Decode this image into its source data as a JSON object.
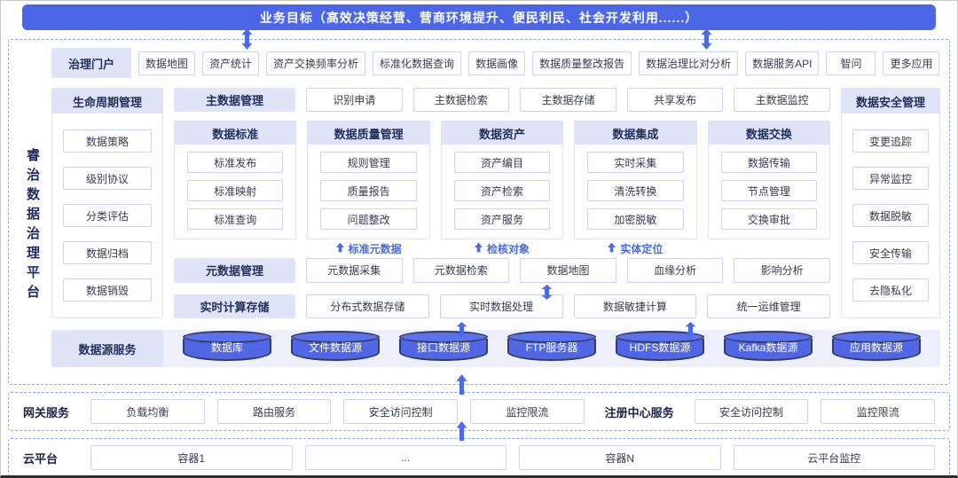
{
  "banner": {
    "text": "业务目标（高效决策经营、营商环境提升、便民利民、社会开发利用......）"
  },
  "platform": {
    "vertical_title": "睿治数据治理平台",
    "portal": {
      "title": "治理门户",
      "items": [
        "数据地图",
        "资产统计",
        "资产交换频率分析",
        "标准化数据查询",
        "数据画像",
        "数据质量整改报告",
        "数据治理比对分析",
        "数据服务API",
        "智问",
        "更多应用"
      ]
    },
    "lifecycle": {
      "title": "生命周期管理",
      "items": [
        "数据策略",
        "级别协议",
        "分类评估",
        "数据归档",
        "数据销毁"
      ]
    },
    "master_data": {
      "title": "主数据管理",
      "items": [
        "识别申请",
        "主数据检索",
        "主数据存储",
        "共享发布",
        "主数据监控"
      ]
    },
    "columns": [
      {
        "title": "数据标准",
        "items": [
          "标准发布",
          "标准映射",
          "标准查询"
        ],
        "arrow_label": ""
      },
      {
        "title": "数据质量管理",
        "items": [
          "规则管理",
          "质量报告",
          "问题整改"
        ],
        "arrow_label": "标准元数据"
      },
      {
        "title": "数据资产",
        "items": [
          "资产编目",
          "资产检索",
          "资产服务"
        ],
        "arrow_label": "检核对象"
      },
      {
        "title": "数据集成",
        "items": [
          "实时采集",
          "清洗转换",
          "加密脱敏"
        ],
        "arrow_label": "实体定位"
      },
      {
        "title": "数据交换",
        "items": [
          "数据传输",
          "节点管理",
          "交换审批"
        ],
        "arrow_label": ""
      }
    ],
    "metadata": {
      "title": "元数据管理",
      "items": [
        "元数据采集",
        "元数据检索",
        "数据地图",
        "血缘分析",
        "影响分析"
      ]
    },
    "realtime": {
      "title": "实时计算存储",
      "items": [
        "分布式数据存储",
        "实时数据处理",
        "数据敏捷计算",
        "统一运维管理"
      ]
    },
    "security": {
      "title": "数据安全管理",
      "items": [
        "变更追踪",
        "异常监控",
        "数据脱敏",
        "安全传输",
        "去隐私化"
      ]
    },
    "datasources": {
      "title": "数据源服务",
      "items": [
        "数据库",
        "文件数据源",
        "接口数据源",
        "FTP服务器",
        "HDFS数据源",
        "Kafka数据源",
        "应用数据源"
      ]
    }
  },
  "gateway": {
    "title": "网关服务",
    "items": [
      "负载均衡",
      "路由服务",
      "安全访问控制",
      "监控限流"
    ],
    "registry_title": "注册中心服务",
    "registry_items": [
      "安全访问控制",
      "监控限流"
    ]
  },
  "cloud": {
    "title": "云平台",
    "items": [
      "容器1",
      "...",
      "容器N",
      "云平台监控"
    ]
  },
  "colors": {
    "banner": "#4b67e8",
    "header_bg": "#dfe4f9",
    "box_border": "#c9d3ee",
    "dashed_border": "#8ca2f0",
    "arrow": "#4c69e6",
    "cylinder": "#5066e4",
    "dark_text": "#242f5c"
  }
}
